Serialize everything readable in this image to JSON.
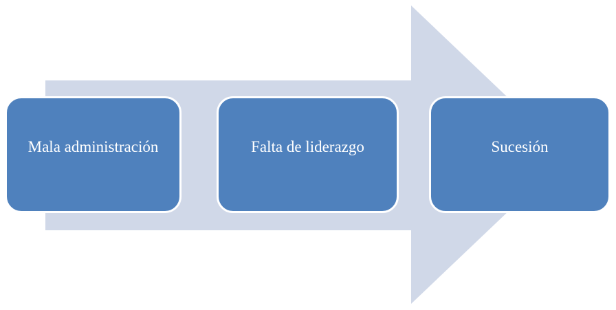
{
  "diagram": {
    "arrow_color": "#d0d8e8",
    "box_color": "#4f81bd",
    "box_border_color": "#ffffff",
    "text_color": "#ffffff",
    "steps": [
      {
        "label": "Mala administración"
      },
      {
        "label": "Falta de liderazgo"
      },
      {
        "label": "Sucesión"
      }
    ]
  }
}
